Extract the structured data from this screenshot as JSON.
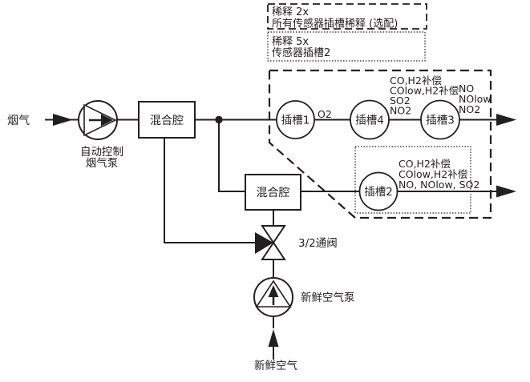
{
  "colors": {
    "ink": "#231f20",
    "background": "#ffffff"
  },
  "flue_gas": {
    "inlet_label": "烟气",
    "pump_label_lines": [
      "自动控制",
      "烟气泵"
    ]
  },
  "mixing_chambers": {
    "chamber1_label": "混合腔",
    "chamber2_label": "混合腔"
  },
  "valve": {
    "label": "3/2通阀"
  },
  "fresh_air": {
    "pump_label": "新鲜空气泵",
    "inlet_label": "新鲜空气"
  },
  "legend": {
    "dilution_2x": {
      "style": "dashed",
      "lines": [
        "稀释 2x",
        "所有传感器插槽稀释 (选配)"
      ]
    },
    "dilution_5x": {
      "style": "dotted",
      "lines": [
        "稀释 5x",
        "传感器插槽2"
      ]
    }
  },
  "slots": {
    "slot1": {
      "label": "插槽1",
      "gases": [
        "O2"
      ]
    },
    "slot4": {
      "label": "插槽4",
      "gases": [
        "CO,H2补偿",
        "COlow,H2补偿",
        "SO2",
        "NO2"
      ]
    },
    "slot3": {
      "label": "插槽3",
      "gases": [
        "NO",
        "NOlow",
        "NO2"
      ]
    },
    "slot2": {
      "label": "插槽2",
      "gases": [
        "CO,H2补偿",
        "COlow,H2补偿",
        "NO, NOlow, SO2"
      ]
    }
  }
}
